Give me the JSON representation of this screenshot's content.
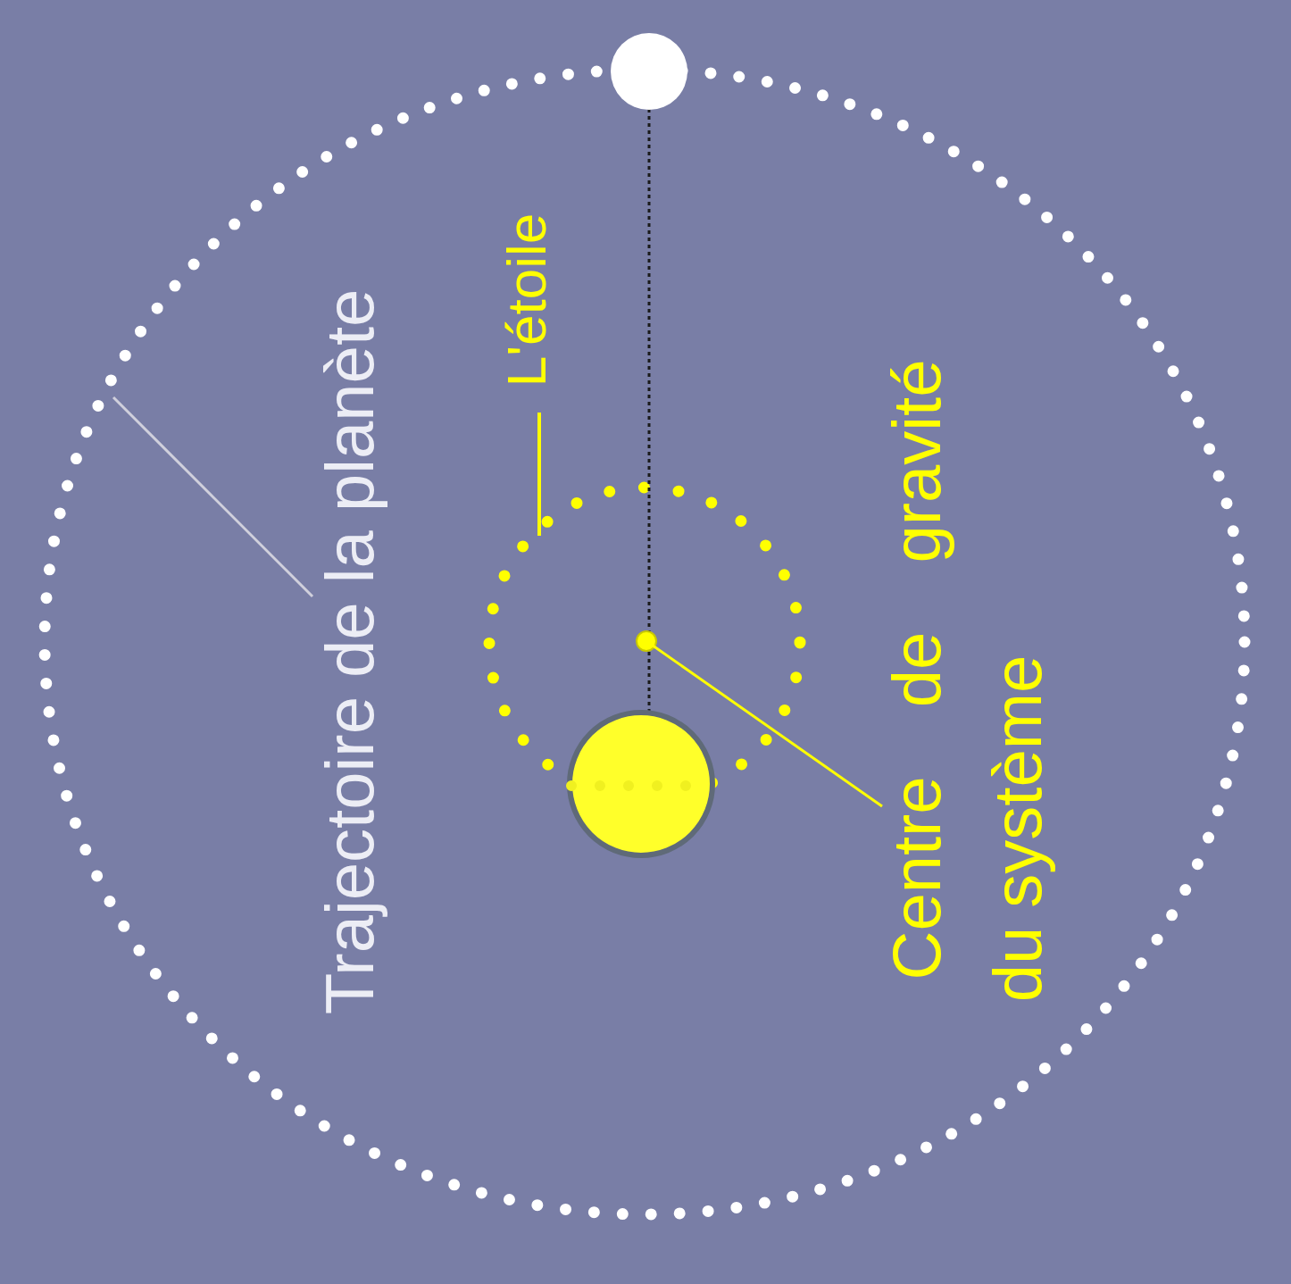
{
  "diagram": {
    "labels": [
      "Trajectoire de la planète",
      "L'étoile",
      "Centre de gravité",
      "du système"
    ]
  }
}
